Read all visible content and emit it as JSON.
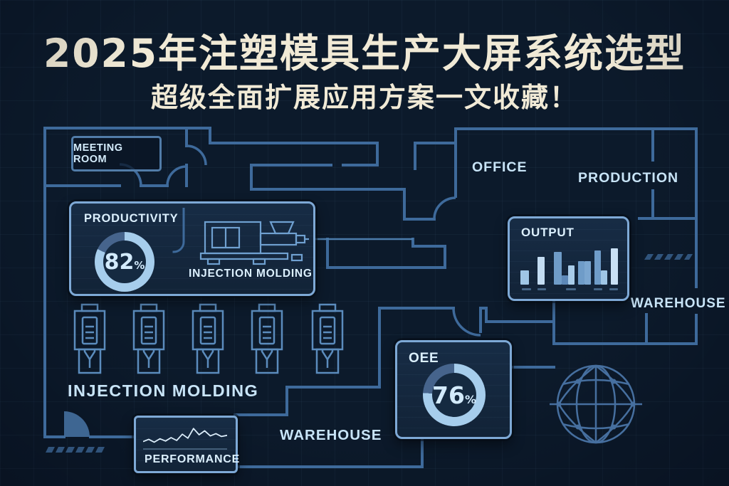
{
  "title": {
    "main": "2025年注塑模具生产大屏系统选型",
    "subtitle": "超级全面扩展应用方案一文收藏！"
  },
  "colors": {
    "background": "#0c1a2b",
    "title_text": "#f1ead6",
    "label_text": "#c8e4f7",
    "wall": "#3e6a9b",
    "panel_border": "#7ea9d6",
    "gauge_light": "#a6cdec",
    "gauge_dark": "#46648c",
    "bar_palette": [
      "#9fc6e6",
      "#c3dcf2",
      "#6f9cc8",
      "#5d88b8",
      "#a9cce9",
      "#6f9cc8",
      "#7ba6d0",
      "#6f9cc8",
      "#9fc6e6",
      "#c9e0f4"
    ]
  },
  "rooms": {
    "meeting_room": "MEETING ROOM",
    "office": "OFFICE",
    "production": "PRODUCTION",
    "warehouse_right": "WAREHOUSE",
    "warehouse_bottom": "WAREHOUSE",
    "injection_molding_area": "INJECTION MOLDING"
  },
  "panels": {
    "productivity": {
      "label": "PRODUCTIVITY",
      "value": 82,
      "unit": "%",
      "machine_label": "INJECTION MOLDING"
    },
    "output": {
      "label": "OUTPUT"
    },
    "oee": {
      "label": "OEE",
      "value": 76,
      "unit": "%"
    },
    "performance": {
      "label": "PERFORMANCE"
    }
  },
  "chart_data": [
    {
      "id": "productivity_gauge",
      "type": "donut",
      "title": "PRODUCTIVITY",
      "value": 82,
      "max": 100,
      "unit": "%"
    },
    {
      "id": "output_bars",
      "type": "bar",
      "title": "OUTPUT",
      "values": [
        40,
        76,
        90,
        26,
        52,
        64,
        64,
        94,
        40,
        100
      ],
      "ylim": [
        0,
        100
      ],
      "bar_x": [
        3,
        27,
        50,
        61,
        70,
        84,
        93,
        107,
        116,
        130
      ],
      "bar_w": [
        12,
        10,
        11,
        9,
        9,
        9,
        9,
        9,
        9,
        10
      ]
    },
    {
      "id": "oee_gauge",
      "type": "donut",
      "title": "OEE",
      "value": 76,
      "max": 100,
      "unit": "%"
    },
    {
      "id": "performance_line",
      "type": "line",
      "title": "PERFORMANCE",
      "values": [
        26,
        34,
        24,
        36,
        28,
        40,
        30,
        52,
        38,
        72,
        50,
        64,
        46,
        54,
        44,
        48
      ]
    }
  ]
}
